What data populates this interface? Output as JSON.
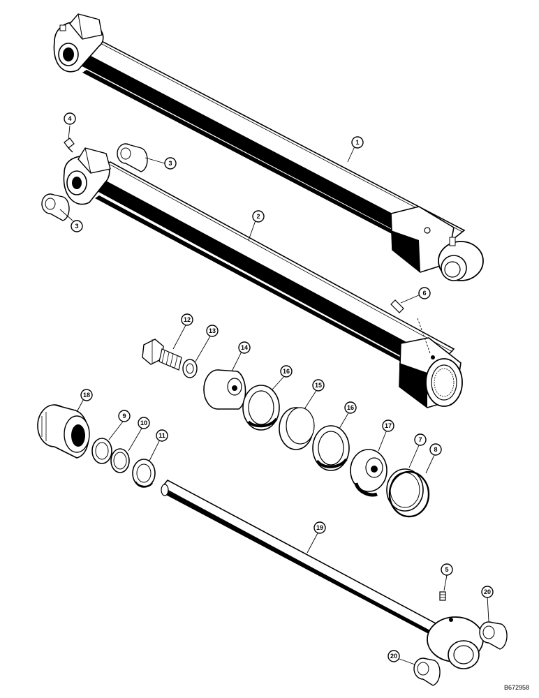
{
  "diagram": {
    "reference_code": "B672958",
    "parts": [
      {
        "id": "p1",
        "label": "1"
      },
      {
        "id": "p2",
        "label": "2"
      },
      {
        "id": "p3a",
        "label": "3"
      },
      {
        "id": "p3b",
        "label": "3"
      },
      {
        "id": "p4",
        "label": "4"
      },
      {
        "id": "p5",
        "label": "5"
      },
      {
        "id": "p6",
        "label": "6"
      },
      {
        "id": "p7",
        "label": "7"
      },
      {
        "id": "p8",
        "label": "8"
      },
      {
        "id": "p9",
        "label": "9"
      },
      {
        "id": "p10",
        "label": "10"
      },
      {
        "id": "p11",
        "label": "11"
      },
      {
        "id": "p12",
        "label": "12"
      },
      {
        "id": "p13",
        "label": "13"
      },
      {
        "id": "p14",
        "label": "14"
      },
      {
        "id": "p15",
        "label": "15"
      },
      {
        "id": "p16a",
        "label": "16"
      },
      {
        "id": "p16b",
        "label": "16"
      },
      {
        "id": "p17",
        "label": "17"
      },
      {
        "id": "p18",
        "label": "18"
      },
      {
        "id": "p19",
        "label": "19"
      },
      {
        "id": "p20a",
        "label": "20"
      },
      {
        "id": "p20b",
        "label": "20"
      }
    ]
  }
}
